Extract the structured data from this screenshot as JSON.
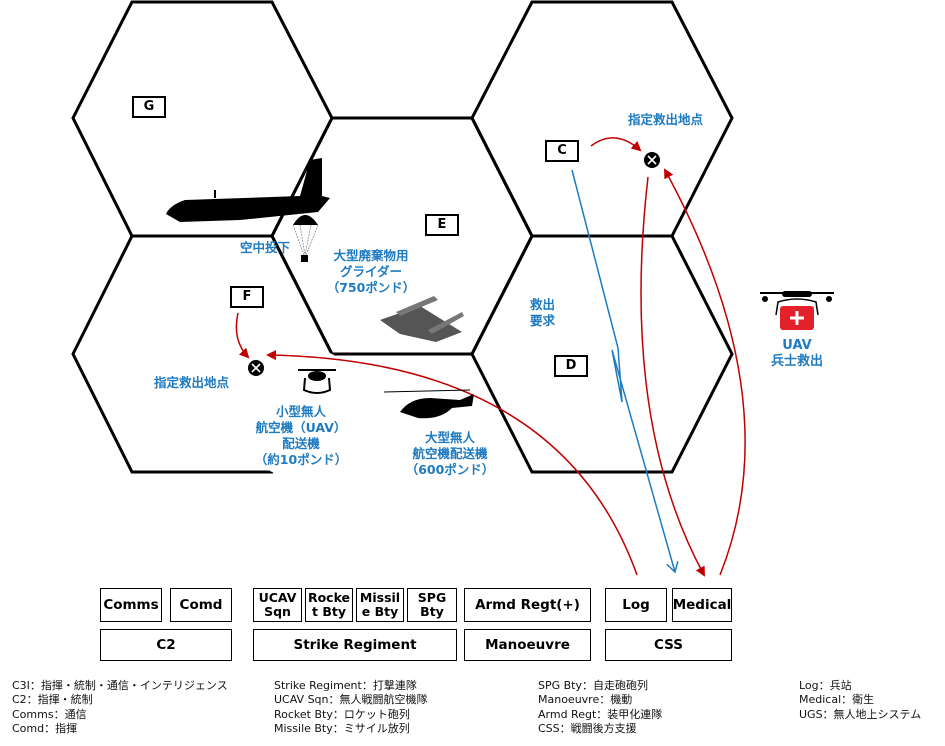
{
  "hexes": [
    {
      "id": "G",
      "label": "G"
    },
    {
      "id": "C",
      "label": "C"
    },
    {
      "id": "E",
      "label": "E"
    },
    {
      "id": "F",
      "label": "F"
    },
    {
      "id": "D",
      "label": "D"
    }
  ],
  "annotations": {
    "rescue_point_c": "指定救出地点",
    "rescue_point_f": "指定救出地点",
    "airdrop": "空中投下",
    "glider": [
      "大型廃棄物用",
      "グライダー",
      "（750ポンド）"
    ],
    "small_uav": [
      "小型無人",
      "航空機（UAV）",
      "配送機",
      "（約10ポンド）"
    ],
    "large_uav": [
      "大型無人",
      "航空機配送機",
      "（600ポンド）"
    ],
    "rescue_request": [
      "救出",
      "要求"
    ],
    "uav_rescue": [
      "UAV",
      "兵士救出"
    ]
  },
  "icons": {
    "transport_aircraft": "cargo-plane-icon",
    "parachute": "parachute-icon",
    "glider": "glider-icon",
    "small_drone": "small-drone-icon",
    "helicopter": "helicopter-icon",
    "medical_drone": "medical-drone-icon",
    "rescue_marker": "x-marker-icon"
  },
  "colors": {
    "blue_text": "#1f7bc1",
    "red_arrow": "#c00000",
    "blue_arrow": "#1f7bc1",
    "medical_red": "#e3212b"
  },
  "org": {
    "c2": {
      "label": "C2",
      "children": [
        "Comms",
        "Comd"
      ]
    },
    "strike": {
      "label": "Strike Regiment",
      "children": [
        [
          "UCAV",
          "Sqn"
        ],
        [
          "Rocke",
          "t Bty"
        ],
        [
          "Missil",
          "e Bty"
        ],
        [
          "SPG",
          "Bty"
        ]
      ]
    },
    "manoeuvre": {
      "label": "Manoeuvre",
      "children": [
        "Armd Regt(+)"
      ]
    },
    "css": {
      "label": "CSS",
      "children": [
        "Log",
        "Medical"
      ]
    }
  },
  "legend": {
    "col1": [
      "C3I：指揮・統制・通信・インテリジェンス",
      "C2：指揮・統制",
      "Comms：通信",
      "Comd：指揮"
    ],
    "col2": [
      "Strike Regiment：打撃連隊",
      "UCAV Sqn：無人戦闘航空機隊",
      "Rocket Bty：ロケット砲列",
      "Missile Bty：ミサイル放列"
    ],
    "col3": [
      "SPG Bty：自走砲砲列",
      "Manoeuvre：機動",
      "Armd Regt：装甲化連隊",
      "CSS：戦闘後方支援"
    ],
    "col4": [
      "Log：兵站",
      "Medical：衛生",
      "UGS：無人地上システム"
    ]
  }
}
